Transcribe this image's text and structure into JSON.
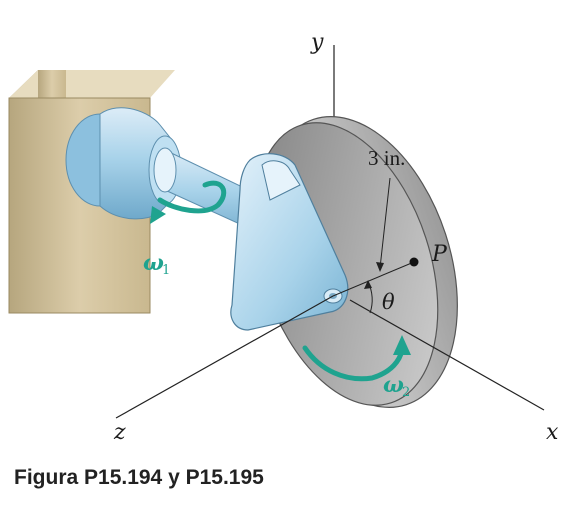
{
  "labels": {
    "y_axis": "y",
    "z_axis": "z",
    "x_axis": "x",
    "dimension": "3 in.",
    "point": "P",
    "angle": "θ",
    "omega1_symbol": "ω",
    "omega1_sub": "1",
    "omega2_symbol": "ω",
    "omega2_sub": "2"
  },
  "caption": "Figura P15.194 y P15.195",
  "colors": {
    "arrow": "#1fa38f",
    "shaft": "#a9d3ea",
    "wall": "#d8c9a4",
    "disk": "#b9b9b9"
  }
}
